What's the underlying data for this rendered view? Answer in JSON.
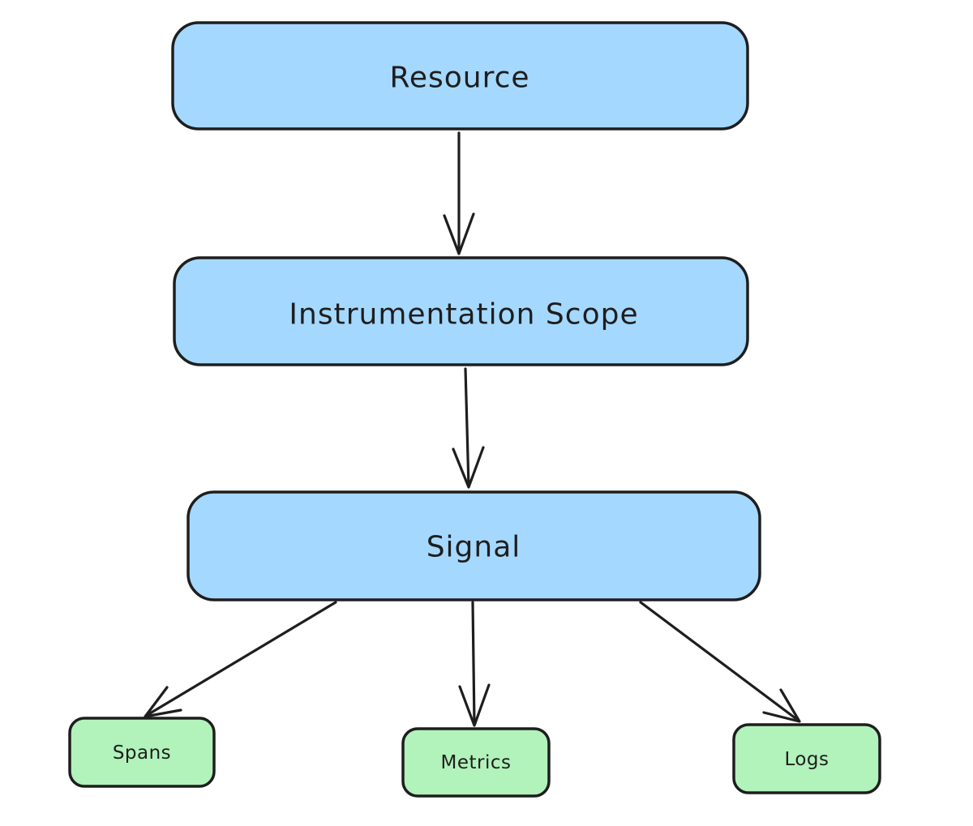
{
  "diagram": {
    "description": "Hand-drawn style flowchart of telemetry data hierarchy",
    "palette": {
      "background": "#ffffff",
      "stroke": "#1e1e1e",
      "text": "#1e1e1e",
      "blue_fill": "#a5d8ff",
      "green_fill": "#b2f2bb"
    },
    "nodes": [
      {
        "id": "resource",
        "label": "Resource",
        "fill": "#a5d8ff"
      },
      {
        "id": "instrumentation-scope",
        "label": "Instrumentation Scope",
        "fill": "#a5d8ff"
      },
      {
        "id": "signal",
        "label": "Signal",
        "fill": "#a5d8ff"
      },
      {
        "id": "spans",
        "label": "Spans",
        "fill": "#b2f2bb"
      },
      {
        "id": "metrics",
        "label": "Metrics",
        "fill": "#b2f2bb"
      },
      {
        "id": "logs",
        "label": "Logs",
        "fill": "#b2f2bb"
      }
    ],
    "edges": [
      {
        "from": "resource",
        "to": "instrumentation-scope"
      },
      {
        "from": "instrumentation-scope",
        "to": "signal"
      },
      {
        "from": "signal",
        "to": "spans"
      },
      {
        "from": "signal",
        "to": "metrics"
      },
      {
        "from": "signal",
        "to": "logs"
      }
    ]
  }
}
